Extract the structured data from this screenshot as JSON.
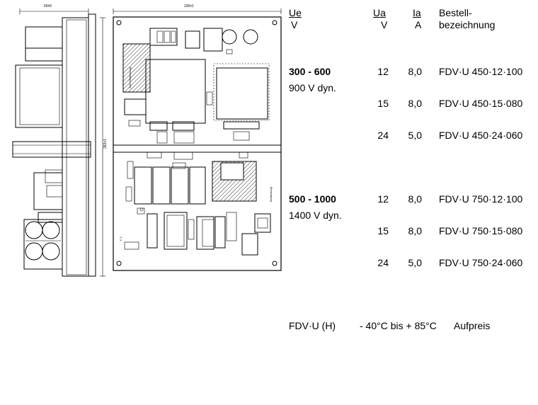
{
  "drawing": {
    "side_dimension": "60±5",
    "front_dimension": "100±1",
    "height_dimension": "283±1",
    "board_label_top": "ZAD Bestückung",
    "board_label_bottom": "Bestückung",
    "fuse_label": "F 1"
  },
  "table": {
    "headers": {
      "ue": "Ue",
      "ue_unit": "V",
      "ua": "Ua",
      "ua_unit": "V",
      "ia": "Ia",
      "ia_unit": "A",
      "order_line1": "Bestell-",
      "order_line2": "bezeichnung"
    },
    "groups": [
      {
        "range": "300 - 600",
        "dyn": "900 V dyn.",
        "rows": [
          {
            "ua": "12",
            "ia": "8,0",
            "order": "FDV·U 450·12·100"
          },
          {
            "ua": "15",
            "ia": "8,0",
            "order": "FDV·U 450·15·080"
          },
          {
            "ua": "24",
            "ia": "5,0",
            "order": "FDV·U 450·24·060"
          }
        ]
      },
      {
        "range": "500 - 1000",
        "dyn": "1400 V dyn.",
        "rows": [
          {
            "ua": "12",
            "ia": "8,0",
            "order": "FDV·U 750·12·100"
          },
          {
            "ua": "15",
            "ia": "8,0",
            "order": "FDV·U 750·15·080"
          },
          {
            "ua": "24",
            "ia": "5,0",
            "order": "FDV·U 750·24·060"
          }
        ]
      }
    ]
  },
  "footer": {
    "model": "FDV·U (H)",
    "temp": "- 40°C bis + 85°C",
    "note": "Aufpreis"
  }
}
